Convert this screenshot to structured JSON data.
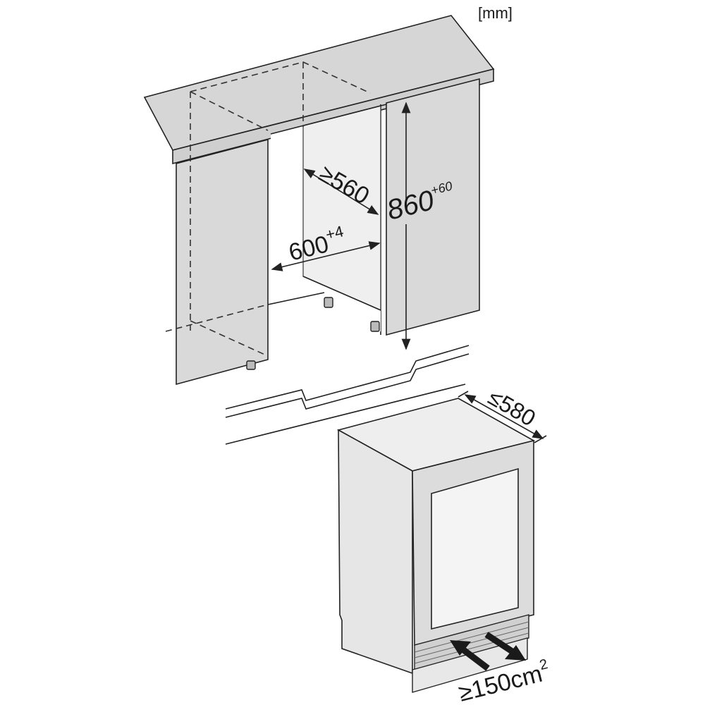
{
  "unit_label": "[mm]",
  "dimensions": {
    "niche_depth": "≥560",
    "niche_height": "860",
    "niche_height_tolerance": "+60",
    "niche_width": "600",
    "niche_width_tolerance": "+4",
    "appliance_depth": "≤580",
    "ventilation_area": "≥150cm",
    "ventilation_area_exponent": "2"
  },
  "colors": {
    "panel": "#d9d9d9",
    "light": "#eeeeee",
    "line": "#222222"
  }
}
